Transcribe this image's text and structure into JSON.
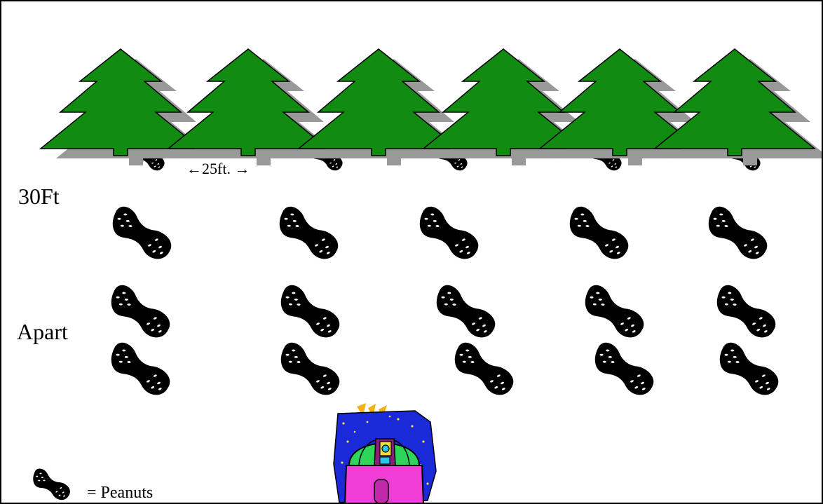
{
  "labels": {
    "row_spacing_top": "30Ft",
    "row_spacing_bottom": "Apart",
    "tree_spacing": "←25ft. →"
  },
  "legend": {
    "text": "= Peanuts"
  },
  "icons": {
    "tree": "pine-tree-icon",
    "peanut": "peanut-icon",
    "observatory": "observatory-icon"
  },
  "colors": {
    "tree_green": "#118c11",
    "tree_shadow": "#999999",
    "peanut": "#000000",
    "observatory_sky": "#1a2ad8",
    "observatory_base": "#ef3fd6",
    "observatory_dome": "#2dd55a"
  },
  "counts": {
    "trees": 6,
    "peanut_rows": 4,
    "peanuts_per_row": 5
  }
}
